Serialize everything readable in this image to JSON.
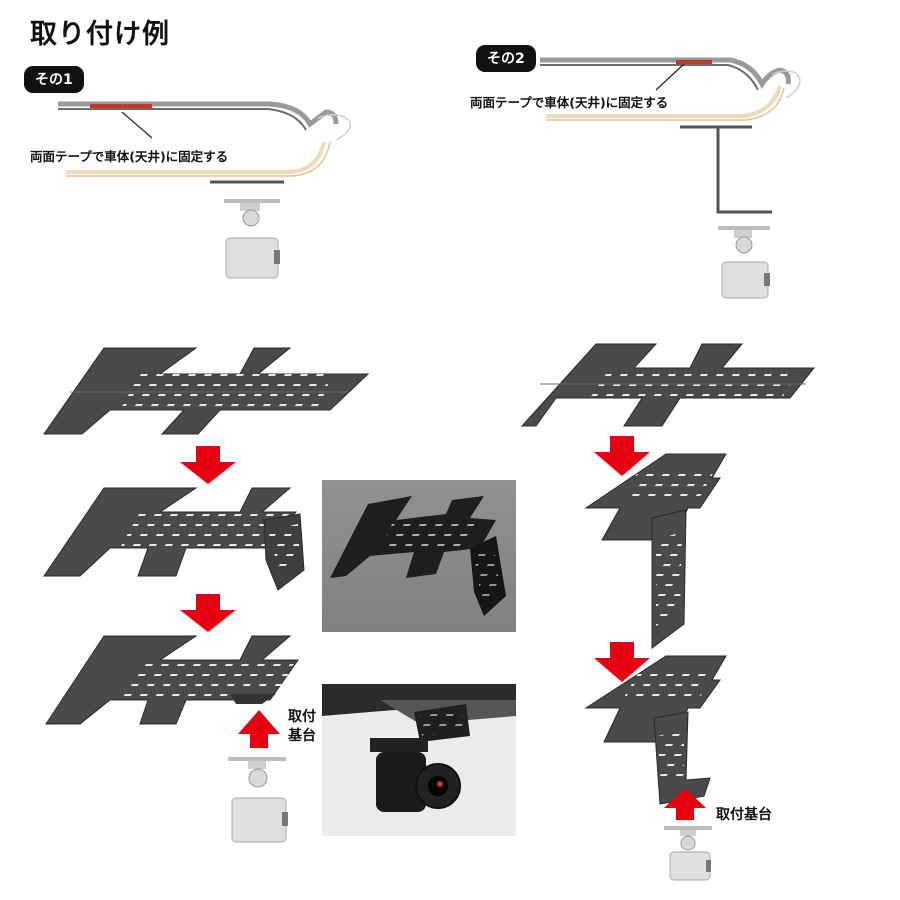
{
  "title": "取り付け例",
  "examples": [
    {
      "badge": "その1",
      "caption": "両面テープで車体(天井)に固定する"
    },
    {
      "badge": "その2",
      "caption": "両面テープで車体(天井)に固定する"
    }
  ],
  "labels": {
    "mount_base_left_line1": "取付",
    "mount_base_left_line2": "基台",
    "mount_base_right": "取付基台"
  },
  "colors": {
    "arrow": "#e60012",
    "plate": "#4a4a4a",
    "tape": "#c0392b",
    "badge": "#111111"
  }
}
